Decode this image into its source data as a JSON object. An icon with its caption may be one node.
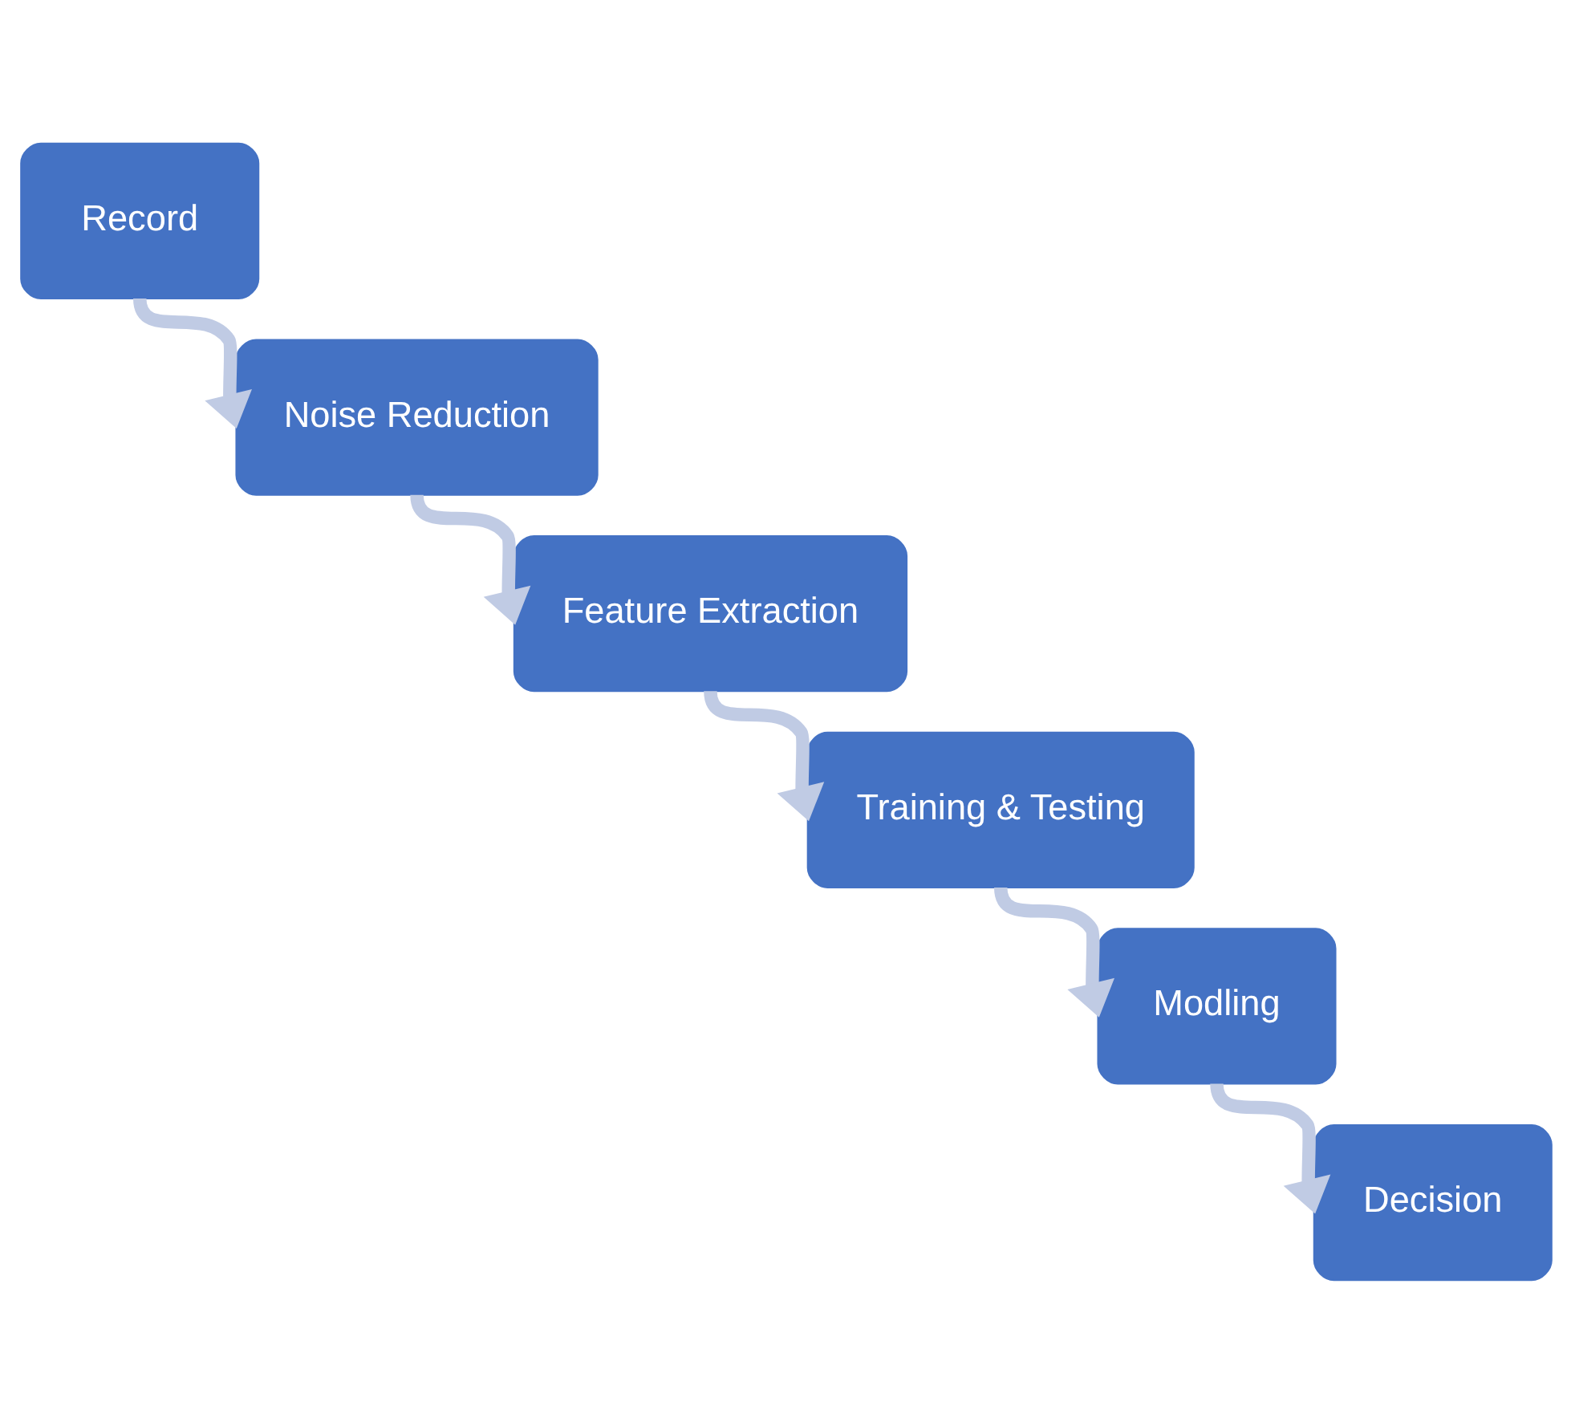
{
  "diagram": {
    "nodes": [
      {
        "text": [
          "Record"
        ]
      },
      {
        "text": [
          "Noise Reduction"
        ]
      },
      {
        "text": [
          "Feature Extraction"
        ]
      },
      {
        "text": [
          "Training & Testing"
        ]
      },
      {
        "text": [
          "Modling"
        ]
      },
      {
        "text": [
          "Decision"
        ]
      }
    ],
    "edges": [
      {
        "from": 0,
        "to": 1,
        "arrow": "to"
      },
      {
        "from": 1,
        "to": 2,
        "arrow": "to"
      },
      {
        "from": 2,
        "to": 3,
        "arrow": "to"
      },
      {
        "from": 3,
        "to": 4,
        "arrow": "to"
      },
      {
        "from": 4,
        "to": 5,
        "arrow": "to"
      }
    ]
  }
}
